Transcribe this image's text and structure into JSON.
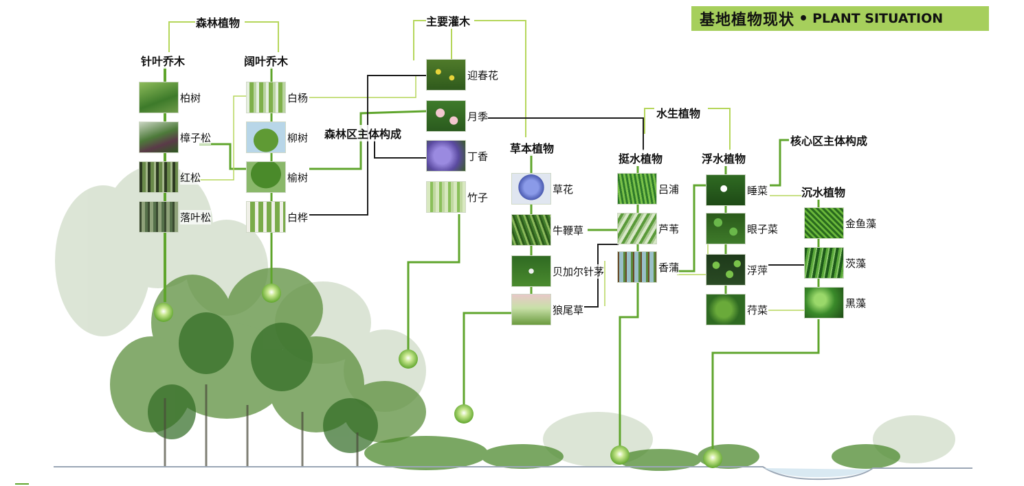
{
  "title": {
    "cn": "基地植物现状",
    "separator": "•",
    "en": "PLANT SITUATION"
  },
  "categories": {
    "forest_plants": "森林植物",
    "conifer": "针叶乔木",
    "broadleaf": "阔叶乔木",
    "main_shrubs": "主要灌木",
    "forest_zone": "森林区主体构成",
    "herbs": "草本植物",
    "aquatic": "水生植物",
    "emergent": "挺水植物",
    "floating": "浮水植物",
    "core_zone": "核心区主体构成",
    "submerged": "沉水植物"
  },
  "plants": {
    "conifer": [
      "柏树",
      "樟子松",
      "红松",
      "落叶松"
    ],
    "broadleaf": [
      "白杨",
      "柳树",
      "榆树",
      "白桦"
    ],
    "shrubs": [
      "迎春花",
      "月季",
      "丁香",
      "竹子"
    ],
    "herbs": [
      "草花",
      "牛鞭草",
      "贝加尔针茅",
      "狼尾草"
    ],
    "emergent": [
      "吕浦",
      "芦苇",
      "香蒲"
    ],
    "floating": [
      "睡菜",
      "眼子菜",
      "浮萍",
      "荇菜"
    ],
    "submerged": [
      "金鱼藻",
      "茨藻",
      "黑藻"
    ]
  },
  "colors": {
    "accent_green": "#5fa52c",
    "light_line": "#b5d65a",
    "dark_line": "#1a1a1a",
    "title_bg": "#a6cf5c"
  }
}
